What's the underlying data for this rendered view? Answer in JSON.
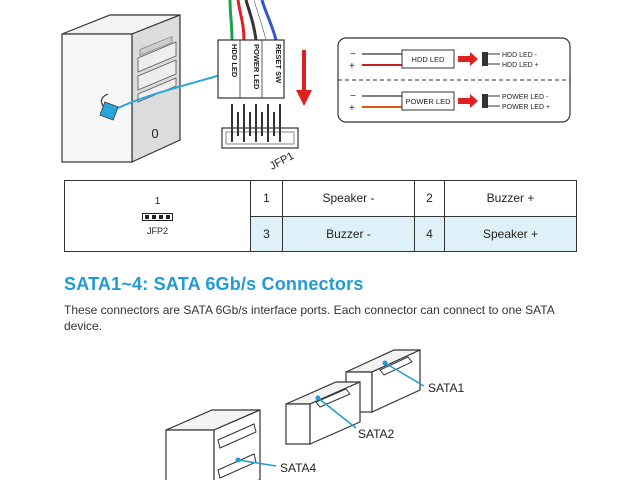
{
  "diagram": {
    "chassis_front_button": "0",
    "header_pins_top": [
      "HDD LED",
      "POWER LED",
      "RESET SW"
    ],
    "header_name": "JFP1",
    "hdd_led_box": "HDD LED",
    "power_led_box": "POWER LED",
    "hdd_plus": "+",
    "hdd_minus": "−",
    "power_plus": "+",
    "power_minus": "−",
    "hdd_out_minus": "HDD LED -",
    "hdd_out_plus": "HDD LED +",
    "power_out_minus": "POWER LED -",
    "power_out_plus": "POWER LED +"
  },
  "pin_table": {
    "header_number": "1",
    "header_name": "JFP2",
    "rows": [
      [
        {
          "num": "1",
          "label": "Speaker -"
        },
        {
          "num": "2",
          "label": "Buzzer +"
        }
      ],
      [
        {
          "num": "3",
          "label": "Buzzer -"
        },
        {
          "num": "4",
          "label": "Speaker +"
        }
      ]
    ]
  },
  "section": {
    "title": "SATA1~4: SATA 6Gb/s Connectors",
    "description": "These connectors are SATA 6Gb/s interface ports. Each connector can connect to one SATA device."
  },
  "sata_labels": {
    "sata1": "SATA1",
    "sata2": "SATA2",
    "sata4": "SATA4"
  },
  "colors": {
    "accent": "#1f9bd6",
    "arrow": "#e02020",
    "table_highlight": "#dff1f8"
  }
}
